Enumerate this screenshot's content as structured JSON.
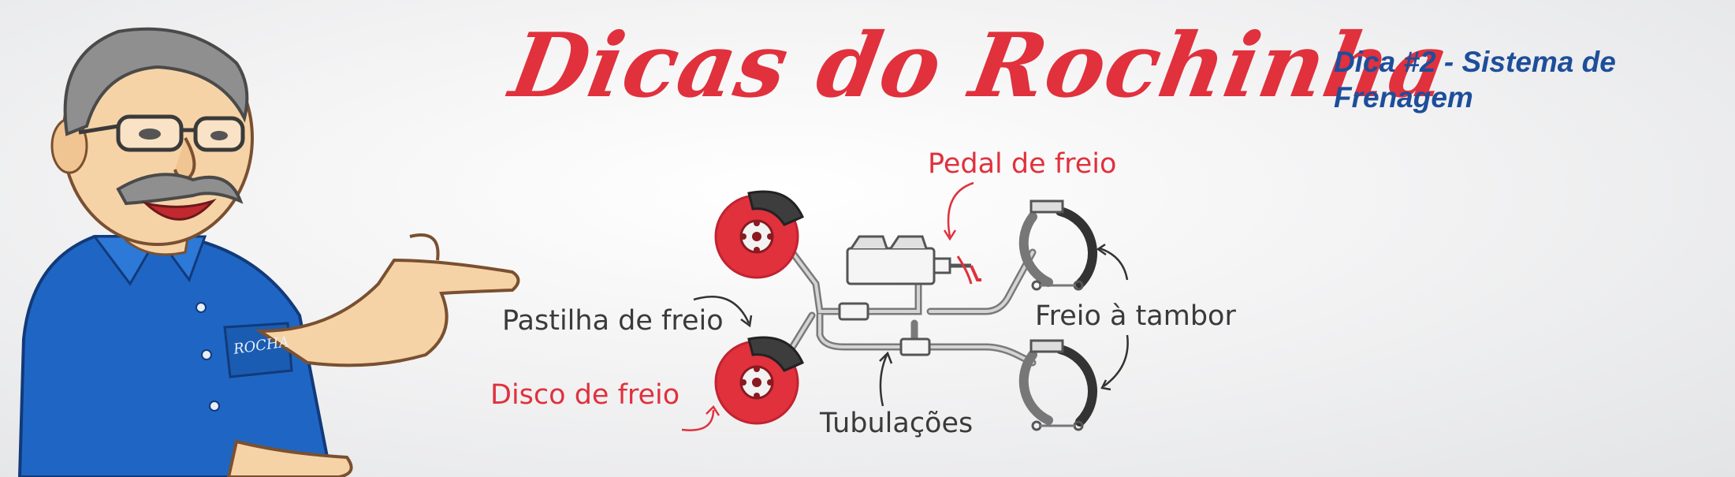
{
  "header": {
    "title": "Dicas do Rochinha",
    "tip": "Dica #2 - Sistema de Frenagem"
  },
  "mascot": {
    "shirt_logo": "ROCHA"
  },
  "diagram": {
    "labels": {
      "pedal": "Pedal de freio",
      "pad": "Pastilha de freio",
      "disc": "Disco de freio",
      "drum": "Freio à tambor",
      "pipes": "Tubulações"
    }
  },
  "colors": {
    "accent_red": "#e0313d",
    "title_blue": "#1e4e9a",
    "shirt_blue": "#1f66c4",
    "text_dark": "#3a3a3a"
  }
}
